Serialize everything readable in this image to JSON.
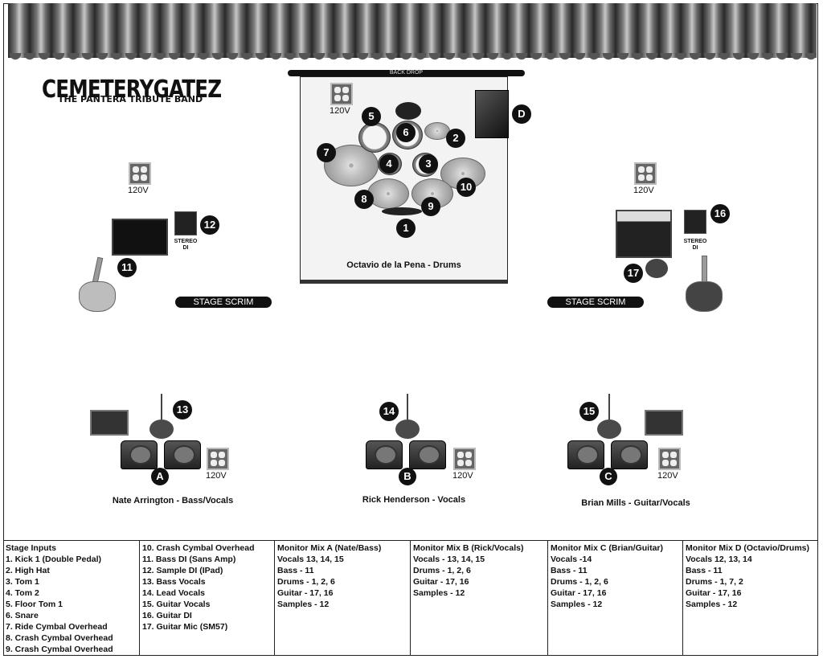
{
  "logo": {
    "title": "CEMETERYGATEZ",
    "subtitle": "THE PANTERA TRIBUTE BAND"
  },
  "backdrop_label": "BACK DROP",
  "voltage_label": "120V",
  "stereo_di_label": "STEREO DI",
  "scrim_label": "STAGE SCRIM",
  "drummer": "Octavio de la Pena - Drums",
  "drum_numbers": [
    "1",
    "2",
    "3",
    "4",
    "5",
    "6",
    "7",
    "8",
    "9",
    "10"
  ],
  "letters": {
    "a": "A",
    "b": "B",
    "c": "C",
    "d": "D"
  },
  "inputs_left": {
    "n11": "11",
    "n12": "12"
  },
  "inputs_right": {
    "n16": "16",
    "n17": "17"
  },
  "vocal_numbers": {
    "n13": "13",
    "n14": "14",
    "n15": "15"
  },
  "performers": {
    "left": "Nate Arrington - Bass/Vocals",
    "center": "Rick Henderson - Vocals",
    "right": "Brian Mills - Guitar/Vocals"
  },
  "table": {
    "col1": [
      "Stage Inputs",
      "1. Kick 1 (Double Pedal)",
      "2. High Hat",
      "3. Tom 1",
      "4. Tom 2",
      "5. Floor Tom 1",
      "6. Snare",
      "7. Ride Cymbal Overhead",
      "8. Crash Cymbal Overhead",
      "9. Crash Cymbal Overhead"
    ],
    "col2": [
      "10. Crash Cymbal Overhead",
      "11. Bass DI (Sans Amp)",
      "12. Sample DI (IPad)",
      "13. Bass Vocals",
      "14. Lead Vocals",
      "15. Guitar Vocals",
      "16. Guitar DI",
      "17. Guitar Mic (SM57)"
    ],
    "col3": [
      "Monitor Mix A (Nate/Bass)",
      "Vocals 13, 14, 15",
      "Bass - 11",
      "Drums - 1, 2, 6",
      "Guitar - 17, 16",
      "Samples - 12"
    ],
    "col4": [
      "Monitor Mix B (Rick/Vocals)",
      "Vocals - 13, 14, 15",
      "Drums - 1, 2, 6",
      "Guitar - 17, 16",
      "Samples - 12"
    ],
    "col5": [
      "Monitor Mix C (Brian/Guitar)",
      "Vocals -14",
      "Bass - 11",
      "Drums - 1, 2, 6",
      "Guitar - 17, 16",
      "Samples - 12"
    ],
    "col6": [
      "Monitor Mix D (Octavio/Drums)",
      "Vocals 12, 13, 14",
      "Bass - 11",
      "Drums - 1, 7, 2",
      "Guitar - 17, 16",
      "Samples - 12"
    ]
  }
}
